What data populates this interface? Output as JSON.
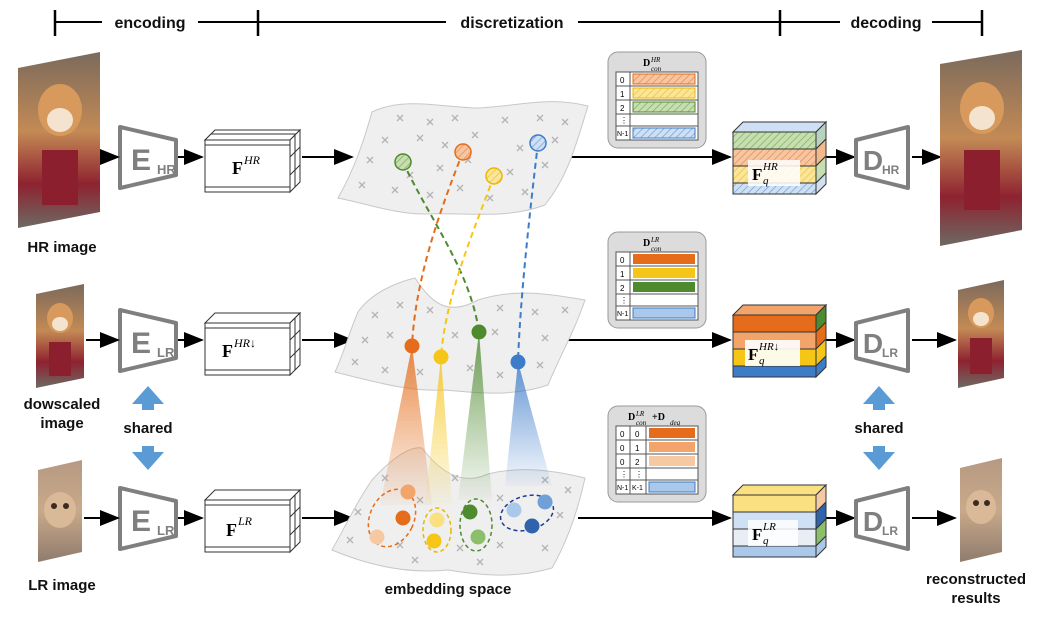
{
  "phases": {
    "encoding": "encoding",
    "discretization": "discretization",
    "decoding": "decoding"
  },
  "labels": {
    "hr_image": "HR image",
    "downscaled_line1": "dowscaled",
    "downscaled_line2": "image",
    "lr_image": "LR image",
    "shared": "shared",
    "embedding_space": "embedding space",
    "reconstructed_line1": "reconstructed",
    "reconstructed_line2": "results"
  },
  "encoders": [
    {
      "main": "E",
      "sub": "HR"
    },
    {
      "main": "E",
      "sub": "LR"
    },
    {
      "main": "E",
      "sub": "LR"
    }
  ],
  "decoders": [
    {
      "main": "D",
      "sub": "HR"
    },
    {
      "main": "D",
      "sub": "LR"
    },
    {
      "main": "D",
      "sub": "LR"
    }
  ],
  "features": [
    {
      "main": "F",
      "sup": "HR"
    },
    {
      "main": "F",
      "sup": "HR↓"
    },
    {
      "main": "F",
      "sup": "LR"
    }
  ],
  "quantized": [
    {
      "main": "F",
      "sub": "q",
      "sup": "HR"
    },
    {
      "main": "F",
      "sub": "q",
      "sup": "HR↓"
    },
    {
      "main": "F",
      "sub": "q",
      "sup": "LR"
    }
  ],
  "codebooks": [
    {
      "title": "D",
      "sub": "con",
      "sup": "HR",
      "indices": [
        "0",
        "1",
        "2",
        "⋮",
        "N-1"
      ]
    },
    {
      "title": "D",
      "sub": "con",
      "sup": "LR",
      "indices": [
        "0",
        "1",
        "2",
        "⋮",
        "N-1"
      ]
    },
    {
      "title": "D",
      "sub": "con",
      "sup": "LR",
      "extra": "+D",
      "extra_sub": "deg",
      "indices_a": [
        "0",
        "0",
        "0",
        "⋮",
        "N-1"
      ],
      "indices_b": [
        "0",
        "1",
        "2",
        "⋮",
        "K-1"
      ]
    }
  ],
  "colors": {
    "orange": "#e46c1a",
    "light_orange": "#f2a46a",
    "peach": "#f7c9a3",
    "yellow": "#f5c518",
    "green": "#4e8a2e",
    "light_green": "#8bbf6a",
    "blue": "#3d7cc9",
    "light_blue": "#a9c8ea",
    "gray": "#7f7f7f"
  }
}
